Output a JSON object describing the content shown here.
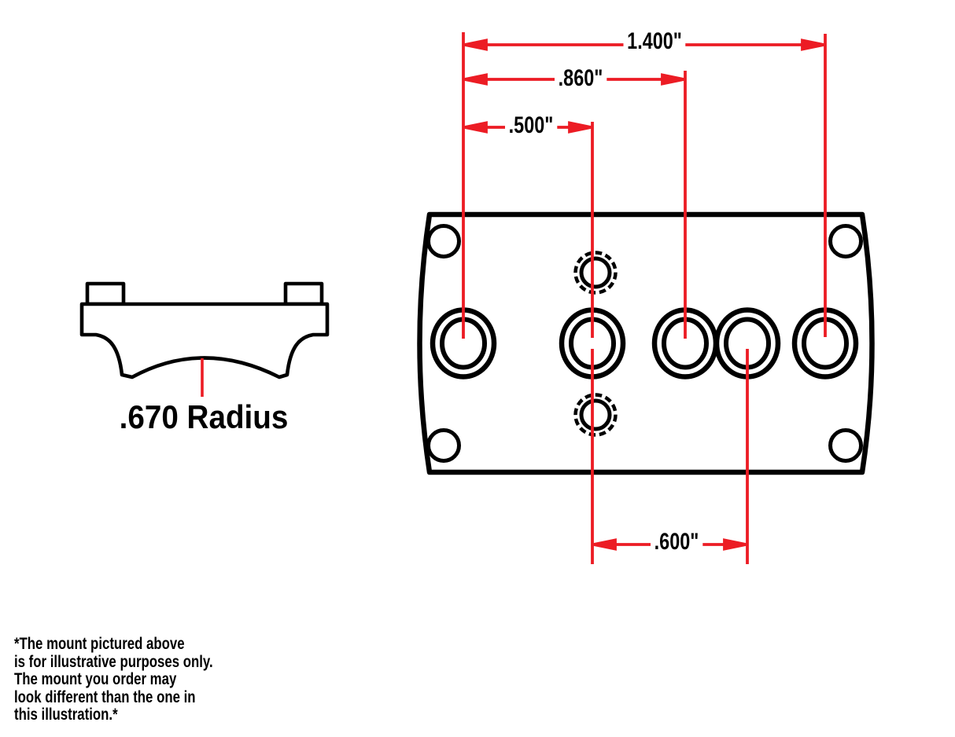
{
  "colors": {
    "background": "#ffffff",
    "outline_black": "#000000",
    "dimension_red": "#ec1c24",
    "text_black": "#000000"
  },
  "dimensions": {
    "overall_width": "1.400\"",
    "third_hole_offset": ".860\"",
    "second_hole_offset": ".500\"",
    "bottom_hole_spacing": ".600\""
  },
  "side_view": {
    "radius_label": ".670 Radius"
  },
  "disclaimer": {
    "lines": [
      "*The mount pictured above",
      "is for illustrative purposes only.",
      "The mount you order may",
      "look different than the one in",
      "this illustration.*"
    ]
  }
}
